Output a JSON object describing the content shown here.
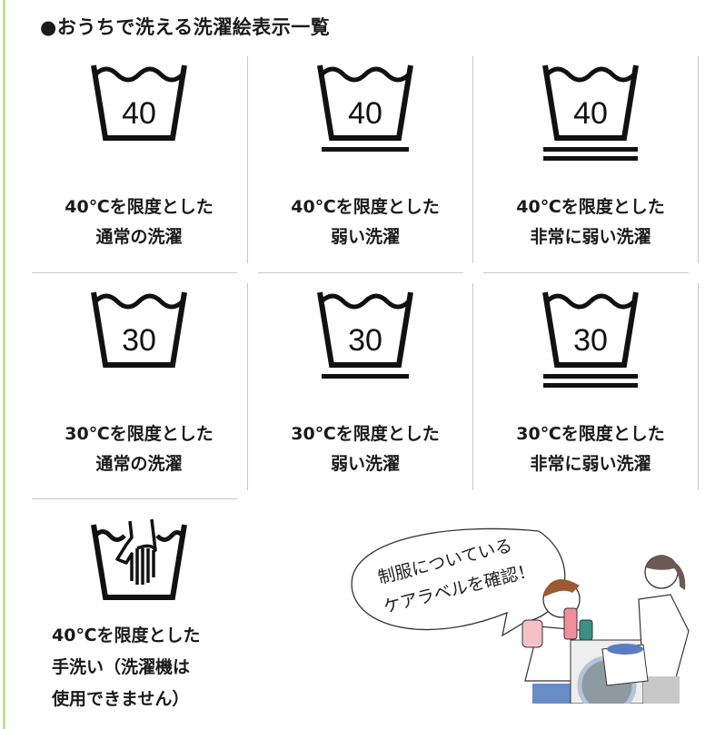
{
  "title": "●おうちで洗える洗濯絵表示一覧",
  "symbols": [
    {
      "temp": "40",
      "bars": 0,
      "label1": "40℃を限度とした",
      "label2": "通常の洗濯"
    },
    {
      "temp": "40",
      "bars": 1,
      "label1": "40℃を限度とした",
      "label2": "弱い洗濯"
    },
    {
      "temp": "40",
      "bars": 2,
      "label1": "40℃を限度とした",
      "label2": "非常に弱い洗濯"
    },
    {
      "temp": "30",
      "bars": 0,
      "label1": "30℃を限度とした",
      "label2": "通常の洗濯"
    },
    {
      "temp": "30",
      "bars": 1,
      "label1": "30℃を限度とした",
      "label2": "弱い洗濯"
    },
    {
      "temp": "30",
      "bars": 2,
      "label1": "30℃を限度とした",
      "label2": "非常に弱い洗濯"
    }
  ],
  "hand_wash": {
    "line1": "40℃を限度とした",
    "line2": "手洗い（洗濯機は",
    "line3": "使用できません）"
  },
  "bubble": {
    "line1": "制服についている",
    "line2": "ケアラベルを確認！"
  },
  "colors": {
    "accent_border": "#c9e08f",
    "separator": "#c8c8c8"
  }
}
